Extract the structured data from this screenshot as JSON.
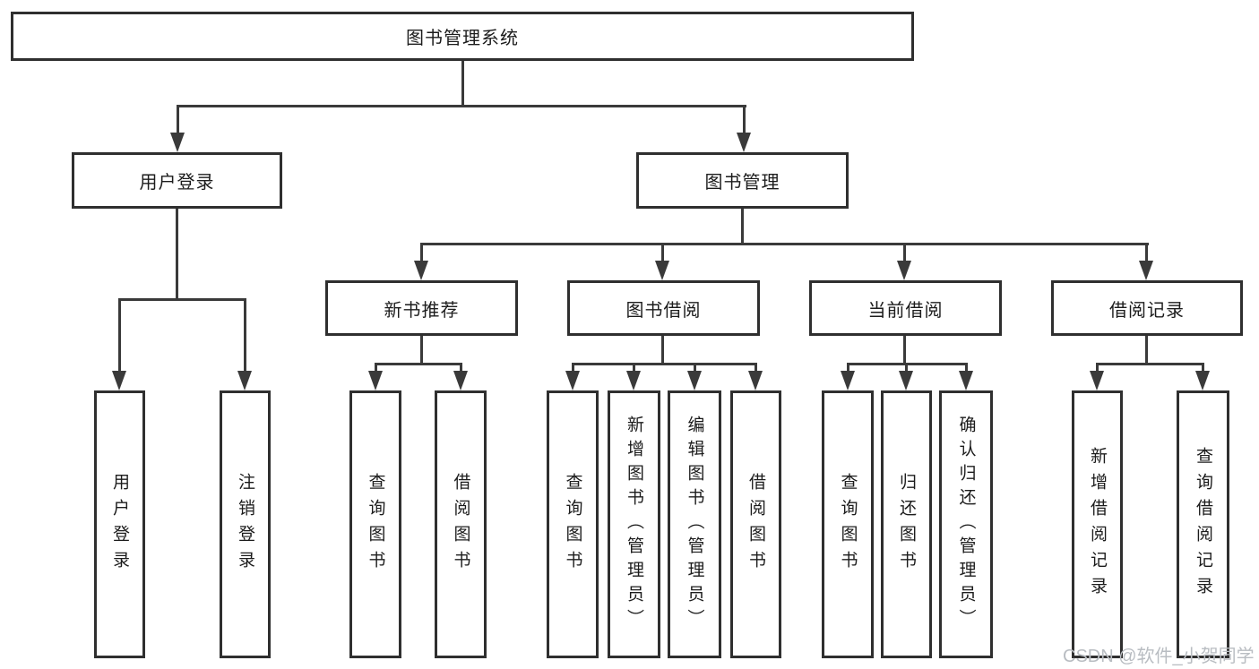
{
  "tree": {
    "root": {
      "label": "图书管理系统"
    },
    "children": [
      {
        "label": "用户登录",
        "children": [
          {
            "label": "用户登录"
          },
          {
            "label": "注销登录"
          }
        ]
      },
      {
        "label": "图书管理",
        "children": [
          {
            "label": "新书推荐",
            "children": [
              {
                "label": "查询图书"
              },
              {
                "label": "借阅图书"
              }
            ]
          },
          {
            "label": "图书借阅",
            "children": [
              {
                "label": "查询图书"
              },
              {
                "label": "新增图书（管理员）"
              },
              {
                "label": "编辑图书（管理员）"
              },
              {
                "label": "借阅图书"
              }
            ]
          },
          {
            "label": "当前借阅",
            "children": [
              {
                "label": "查询图书"
              },
              {
                "label": "归还图书"
              },
              {
                "label": "确认归还（管理员）"
              }
            ]
          },
          {
            "label": "借阅记录",
            "children": [
              {
                "label": "新增借阅记录"
              },
              {
                "label": "查询借阅记录"
              }
            ]
          }
        ]
      }
    ]
  },
  "watermark": {
    "text": "CSDN @软件_小贺同学"
  },
  "colors": {
    "line": "#3a3a3a",
    "box_border": "#2f2f2f",
    "text": "#1c1c1c",
    "watermark": "#b9bdc2",
    "background": "#ffffff"
  }
}
